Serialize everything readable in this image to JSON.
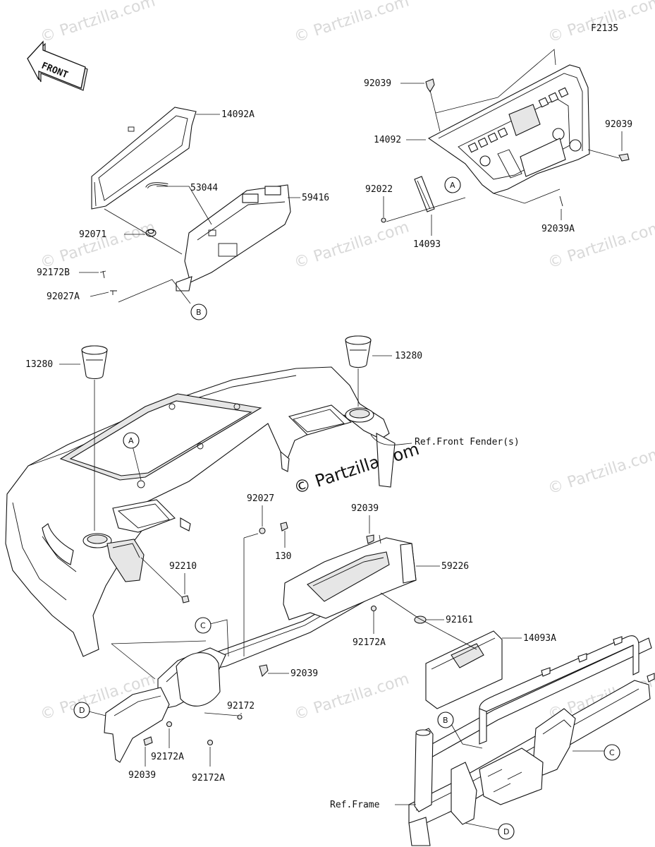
{
  "figure_code": "F2135",
  "front_label": "FRONT",
  "watermark": "© Partzilla.com",
  "refs": {
    "front_fender": "Ref.Front Fender(s)",
    "frame": "Ref.Frame"
  },
  "callouts": {
    "a": "A",
    "b": "B",
    "c": "C",
    "d": "D"
  },
  "part_labels": {
    "p14092A": "14092A",
    "p53044": "53044",
    "p59416": "59416",
    "p92071": "92071",
    "p92172B": "92172B",
    "p92027A": "92027A",
    "p92039_top": "92039",
    "p14092": "14092",
    "p92039_right": "92039",
    "p92022": "92022",
    "p14093": "14093",
    "p92039A": "92039A",
    "p13280_left": "13280",
    "p13280_right": "13280",
    "p92027": "92027",
    "p130": "130",
    "p92039_mid": "92039",
    "p59226": "59226",
    "p92210": "92210",
    "p92161": "92161",
    "p92172A_mid": "92172A",
    "p14093A": "14093A",
    "p92039_low": "92039",
    "p92172": "92172",
    "p92172A_low1": "92172A",
    "p92039_bottom": "92039",
    "p92172A_low2": "92172A"
  }
}
